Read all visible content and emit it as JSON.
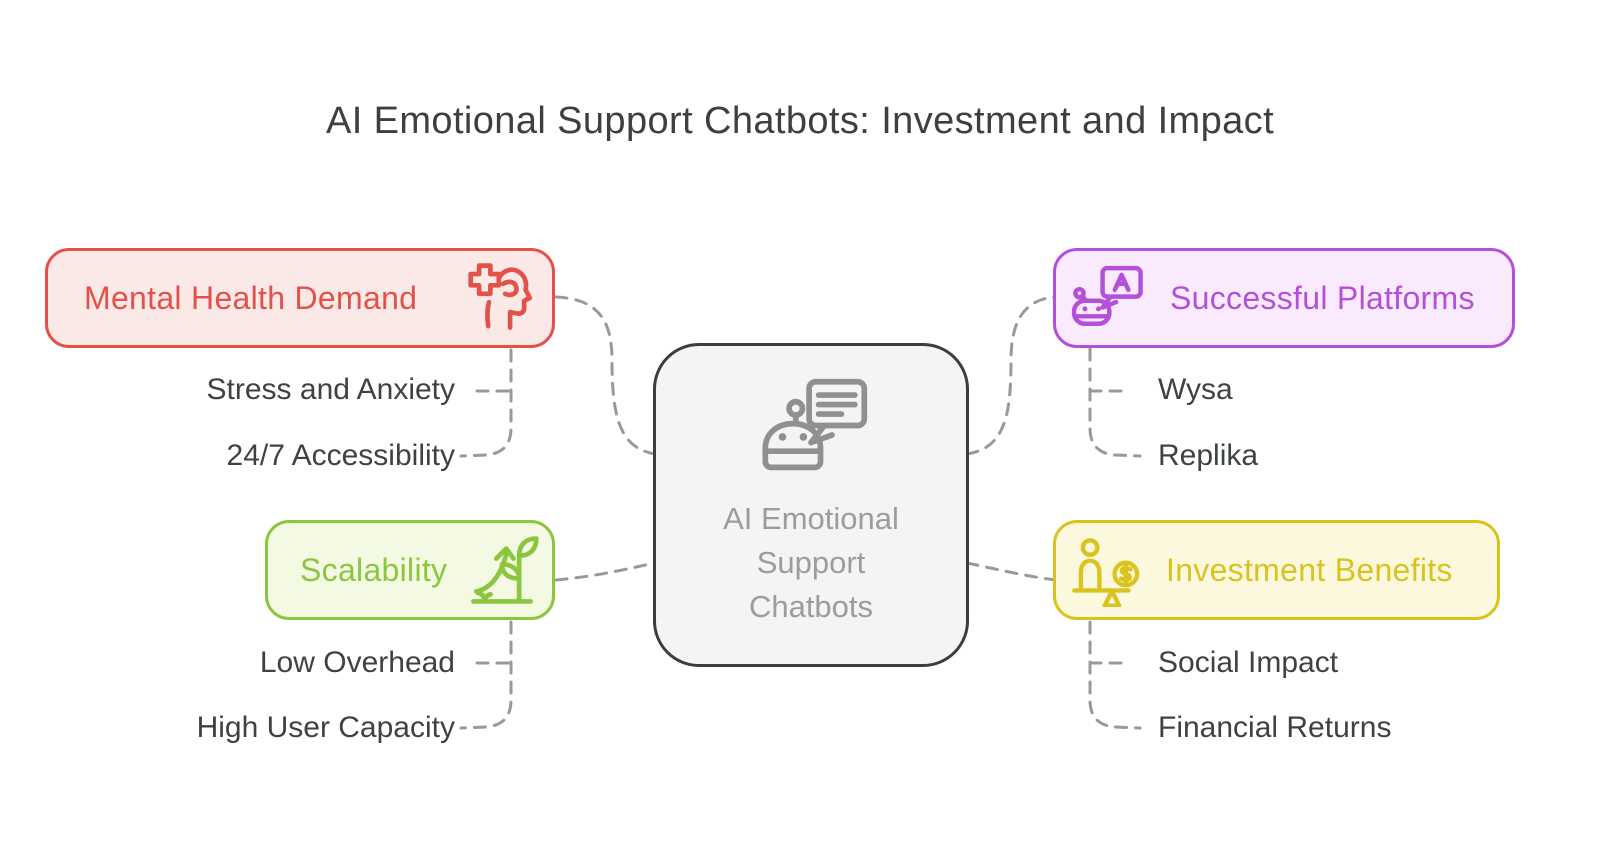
{
  "title": "AI Emotional Support Chatbots: Investment and Impact",
  "center_node": {
    "label": "AI Emotional Support Chatbots",
    "line1": "AI Emotional",
    "line2": "Support",
    "line3": "Chatbots",
    "icon": "chatbot-speech-bubble-icon",
    "border_color": "#3D3D3D",
    "background": "#F4F4F4",
    "text_color": "#9C9C9C"
  },
  "branches": [
    {
      "label": "Mental Health Demand",
      "icon": "head-with-cross-icon",
      "accent_color": "#E2514A",
      "background": "#FBE9E7",
      "position": "top-left",
      "children": [
        "Stress and Anxiety",
        "24/7 Accessibility"
      ]
    },
    {
      "label": "Scalability",
      "icon": "growth-plant-arrow-icon",
      "accent_color": "#8CC63E",
      "background": "#F4F9E3",
      "position": "bottom-left",
      "children": [
        "Low Overhead",
        "High User Capacity"
      ]
    },
    {
      "label": "Successful Platforms",
      "icon": "chatbot-letter-a-icon",
      "accent_color": "#B44FD9",
      "background": "#F9EBFD",
      "position": "top-right",
      "children": [
        "Wysa",
        "Replika"
      ]
    },
    {
      "label": "Investment Benefits",
      "icon": "balance-scale-money-icon",
      "accent_color": "#D9C31F",
      "background": "#FCF8DE",
      "position": "bottom-right",
      "children": [
        "Social Impact",
        "Financial Returns"
      ]
    }
  ],
  "style": {
    "connector_color": "#999999",
    "connector_style": "dashed",
    "subitem_text_color": "#3F4245",
    "title_color": "#3C4043"
  }
}
